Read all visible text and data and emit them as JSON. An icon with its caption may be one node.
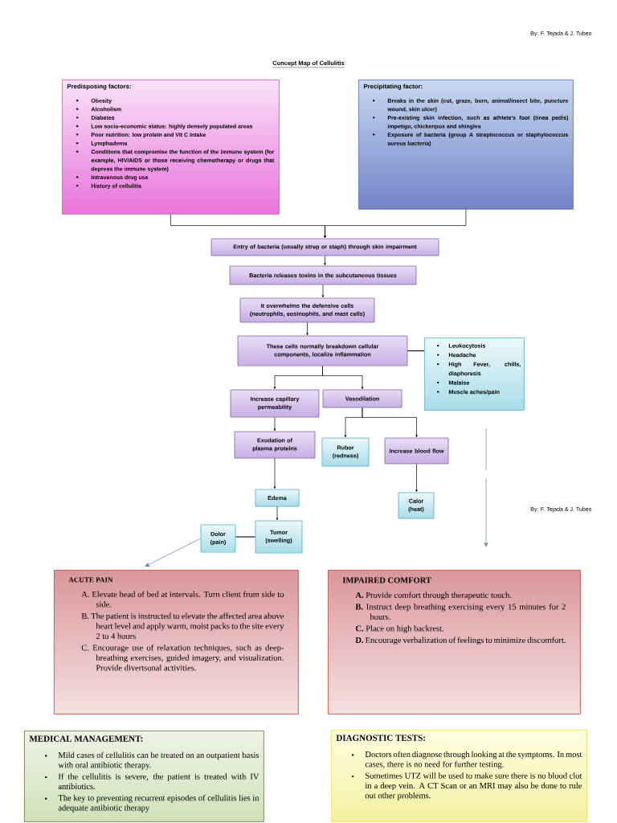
{
  "diagram": {
    "title": "Concept Map of Cellulitis",
    "nodes": [
      {
        "text": [
          "Predisposing factors:",
          "Obesity",
          "Alcoholism",
          "Diabetes",
          "Low socio-economic status: highly densely populated areas",
          "Poor nutrition: low protein and Vit C intake",
          "Lymphadema",
          "Conditions that compromise the function of the immune system (for example, HIV/AIDS or those receiving chemotherapy or drugs that depress the immune system)",
          "Intravenous drug use",
          "History of cellulitis"
        ]
      },
      {
        "text": [
          "Precipitating factor:",
          "Breaks in the skin (cut, graze, burn, animal/insect bite, puncture wound, skin ulcer)",
          "Pre-existing skin infection, such as athlete's foot (tinea pedis) impetigo, chickenpox and shingles",
          "Exposure of bacteria (group A streptococcus or staphylococcus aureus bacteria)"
        ]
      },
      {
        "text": [
          "Entry of bacteria (usually strep or staph) through skin impairment"
        ]
      },
      {
        "text": [
          "Bacteria releases toxins in the subcutaneous tissues"
        ]
      },
      {
        "text": [
          "It overwhelms the defensive cells (neutrophils, eosinophils, and mast cells)"
        ]
      },
      {
        "text": [
          "These cells normally breakdown cellular components, localize inflammation"
        ]
      },
      {
        "text": [
          "Leukocytosis",
          "Headache",
          "High Fever, chills, diaphoresis",
          "Malaise",
          "Muscle aches/pain"
        ]
      },
      {
        "text": [
          "Increase capillary permeability"
        ]
      },
      {
        "text": [
          "Vasodilation"
        ]
      },
      {
        "text": [
          "Exudation of plasma proteins"
        ]
      },
      {
        "text": [
          "Rubor (redness)"
        ]
      },
      {
        "text": [
          "Increase blood flow"
        ]
      },
      {
        "text": [
          "Edema"
        ]
      },
      {
        "text": [
          "Tumor (swelling)"
        ]
      },
      {
        "text": [
          "Dolor (pain)"
        ]
      },
      {
        "text": [
          "Calor (heat)"
        ]
      },
      {
        "text": [
          "ACUTE PAIN",
          "A. Elevate head of bed at intervals. Turn client from side to side.",
          "B. The patient is instructed to elevate the affected area above heart level and apply warm, moist packs to the site every 2 to 4 hours",
          "C. Encourage use of relaxation techniques, such as deep- breathing exercises, guided imagery, and visualization. Provide divertsonal activities."
        ]
      },
      {
        "text": [
          "IMPAIRED COMFORT",
          "**A.** Provide comfort through therapeutic touch.",
          "**B.** Instruct deep breathing exercising every 15 minutes for 2 hours.",
          "**C.** Place on high backrest.",
          "**D.** Encourage verbalization of feelings to minimize discomfort."
        ]
      },
      {
        "text": [
          "MEDICAL MANAGEMENT:",
          "Mild cases of cellulitis can be treated on an outpatient basis with oral antibiotic therapy.",
          "If the cellulitis is severe, the patient is treated with IV antibiotics.",
          "The key to preventing recurrent episodes of cellulitis lies in adequate antibiotic therapy"
        ]
      },
      {
        "text": [
          "DIAGNOSTIC TESTS:",
          "Doctors often diagnose through looking at the symptoms. In most cases, there is no need for further testing.",
          "Sometimes UTZ will be used to make sure there is no blood clot in a deep vein. A CT Scan or an MRI may also be done to rule out other problems."
        ]
      }
    ],
    "edges": [
      {
        "from": 0,
        "to": 2,
        "arrow": "to"
      },
      {
        "from": 1,
        "to": 2,
        "arrow": "to"
      },
      {
        "from": 2,
        "to": 3,
        "arrow": "to"
      },
      {
        "from": 3,
        "to": 4,
        "arrow": "to"
      },
      {
        "from": 4,
        "to": 5,
        "arrow": "to"
      },
      {
        "from": 5,
        "to": 6,
        "arrow": "none"
      },
      {
        "from": 5,
        "to": 7,
        "arrow": "to"
      },
      {
        "from": 5,
        "to": 8,
        "arrow": "to"
      },
      {
        "from": 7,
        "to": 9,
        "arrow": "to"
      },
      {
        "from": 8,
        "to": 10,
        "arrow": "to"
      },
      {
        "from": 8,
        "to": 11,
        "arrow": "to"
      },
      {
        "from": 9,
        "to": 12,
        "arrow": "to"
      },
      {
        "from": 12,
        "to": 13,
        "arrow": "to"
      },
      {
        "from": 13,
        "to": 14,
        "arrow": "none"
      },
      {
        "from": 11,
        "to": 15,
        "arrow": "to"
      },
      {
        "from": 14,
        "to": 16,
        "arrow": "to",
        "color": "#4f81bd"
      },
      {
        "from": null,
        "to": 17,
        "arrow": "to",
        "color": "#4f81bd"
      }
    ],
    "labels": [
      "By: F. Tejada & J. Tubeo",
      "By: F. Tejada & J. Tubeo"
    ]
  }
}
